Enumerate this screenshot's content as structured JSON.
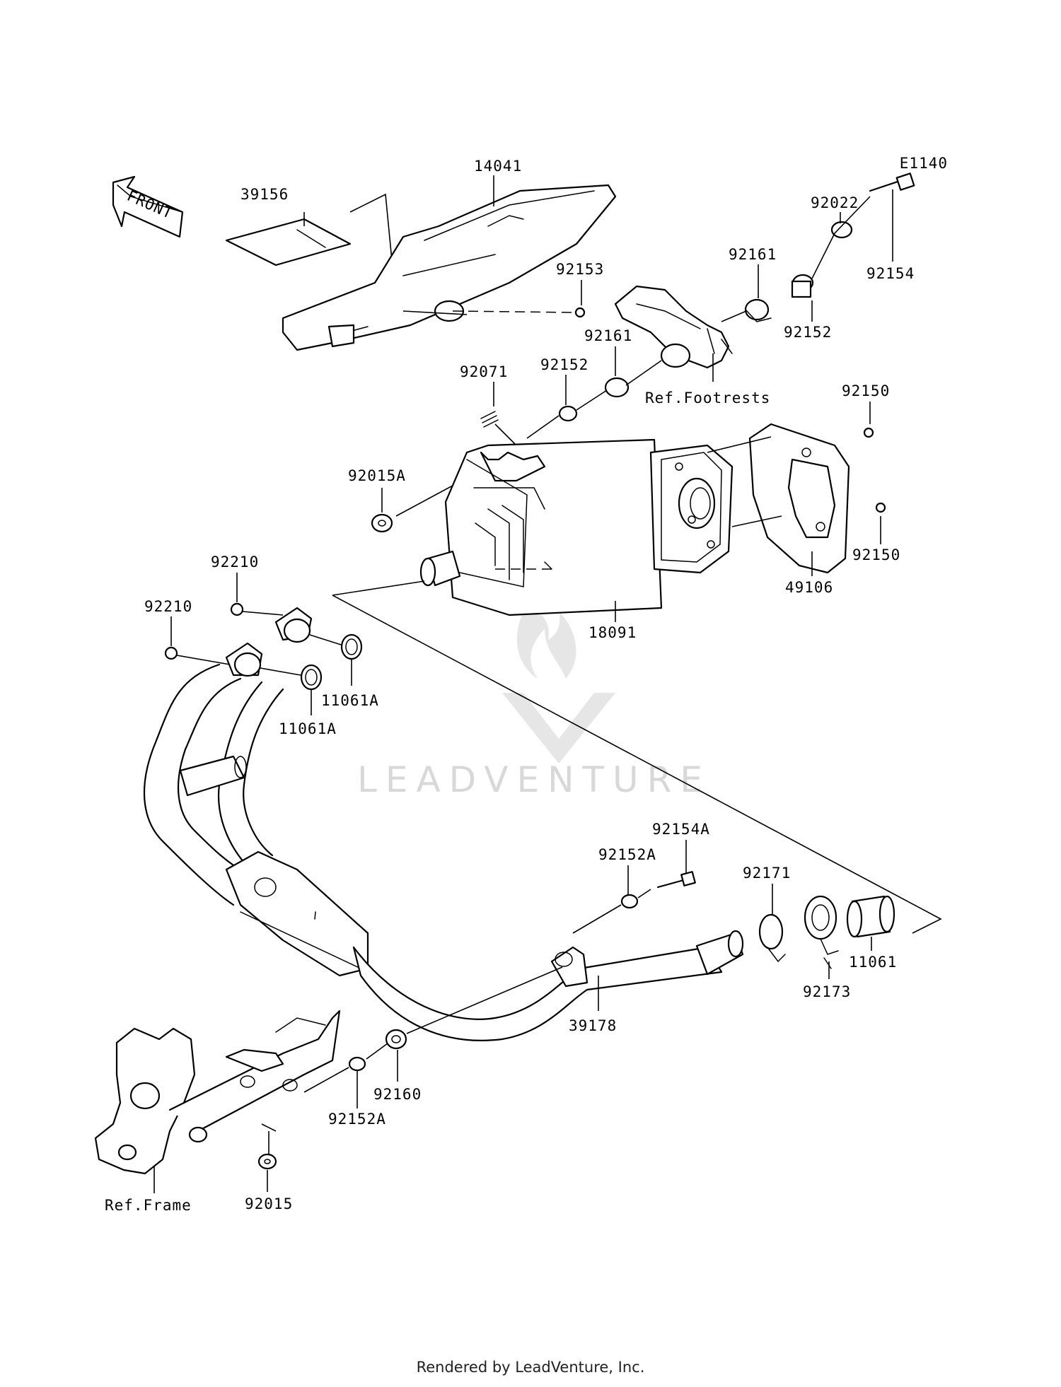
{
  "diagram": {
    "code": "E1140",
    "front_label": "FRONT",
    "parts": {
      "p39156": "39156",
      "p14041": "14041",
      "p92153": "92153",
      "p92022": "92022",
      "p92154": "92154",
      "p92161a": "92161",
      "p92152a": "92152",
      "p92161b": "92161",
      "p92152b": "92152",
      "p92071": "92071",
      "ref_footrests": "Ref.Footrests",
      "p92150a": "92150",
      "p92015A": "92015A",
      "p92150b": "92150",
      "p49106": "49106",
      "p18091": "18091",
      "p92210a": "92210",
      "p92210b": "92210",
      "p11061Aa": "11061A",
      "p11061Ab": "11061A",
      "p92154A": "92154A",
      "p92152A_a": "92152A",
      "p92171": "92171",
      "p11061": "11061",
      "p92173": "92173",
      "p39178": "39178",
      "p92160": "92160",
      "p92152A_b": "92152A",
      "ref_frame": "Ref.Frame",
      "p92015": "92015"
    },
    "watermark": "LEADVENTURE"
  },
  "footer": "Rendered by LeadVenture, Inc."
}
